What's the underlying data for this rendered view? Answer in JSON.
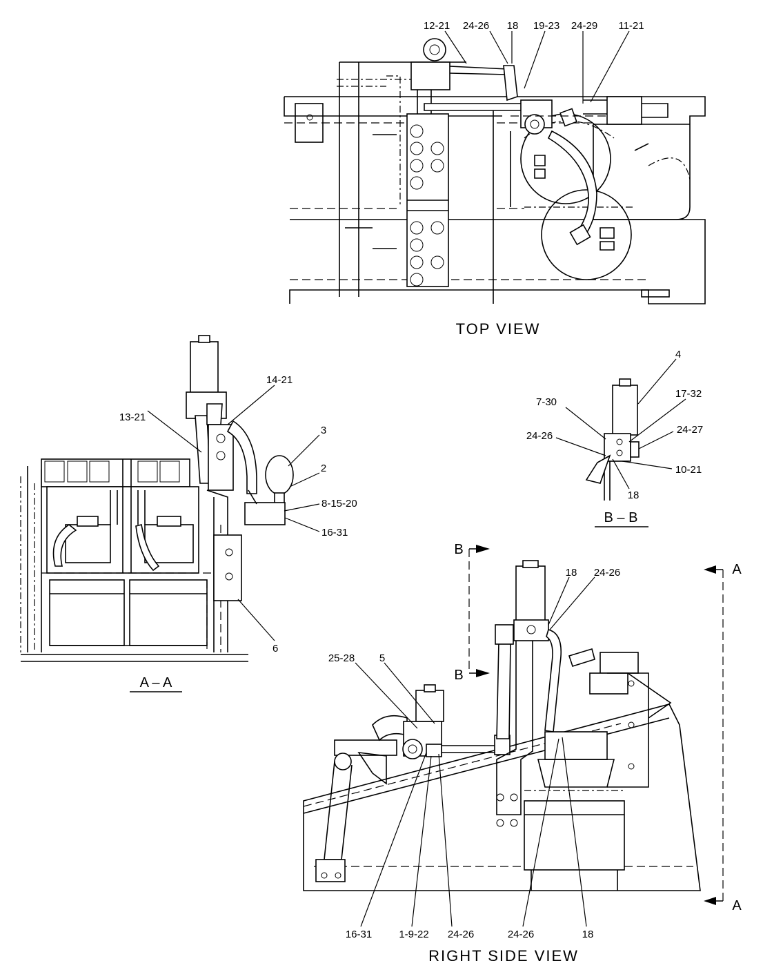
{
  "views": {
    "top": {
      "title": "TOP VIEW"
    },
    "aa": {
      "title": "A – A"
    },
    "bb": {
      "title": "B – B"
    },
    "right": {
      "title": "RIGHT SIDE VIEW"
    }
  },
  "section_markers": {
    "a_top": "A",
    "a_bottom": "A",
    "b_top": "B",
    "b_bottom": "B"
  },
  "callouts": {
    "top": [
      "12-21",
      "24-26",
      "18",
      "19-23",
      "24-29",
      "11-21"
    ],
    "aa": [
      "14-21",
      "13-21",
      "3",
      "2",
      "8-15-20",
      "16-31",
      "6"
    ],
    "bb": [
      "4",
      "7-30",
      "17-32",
      "24-26",
      "24-27",
      "10-21",
      "18"
    ],
    "right": [
      "18",
      "24-26",
      "25-28",
      "5",
      "16-31",
      "1-9-22",
      "24-26",
      "24-26",
      "18"
    ]
  }
}
